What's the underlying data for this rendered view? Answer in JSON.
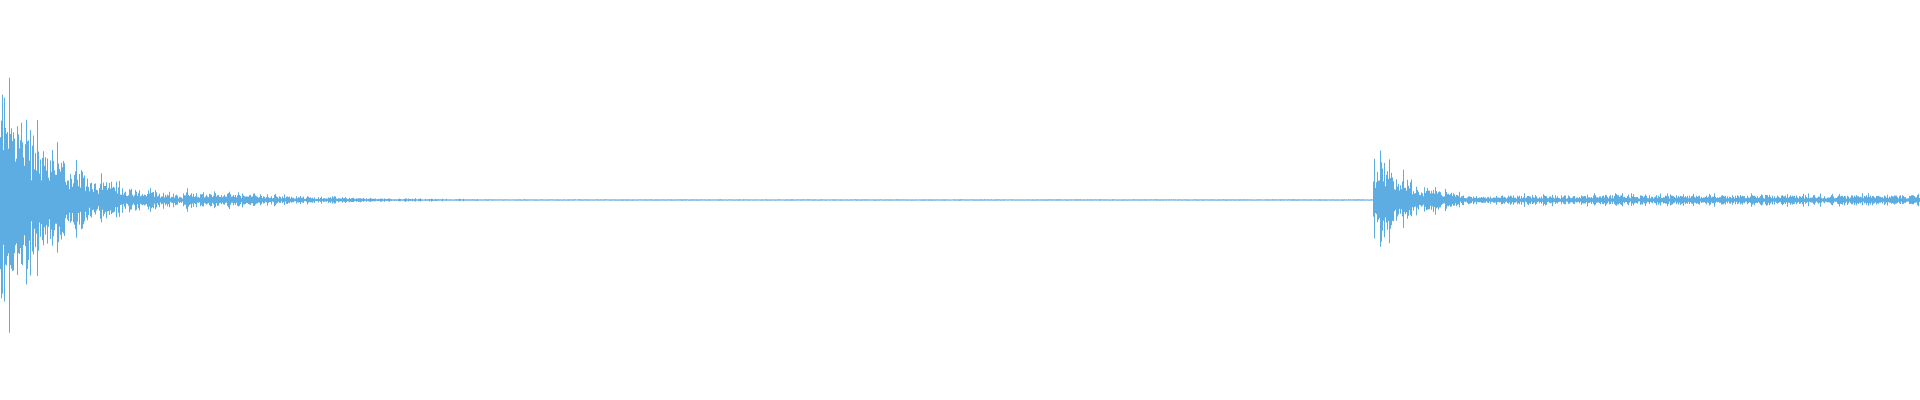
{
  "waveform": {
    "color": "#5DADE2",
    "background": "#FFFFFF",
    "segments": [
      {
        "name": "initial-burst",
        "start": 0.0,
        "end": 0.095,
        "peak": 0.85,
        "decay": 3.2
      },
      {
        "name": "decaying-tail",
        "start": 0.095,
        "end": 0.34,
        "peak": 0.07,
        "decay": 4.0
      },
      {
        "name": "near-silence",
        "start": 0.34,
        "end": 0.715,
        "peak": 0.004,
        "decay": 0.0
      },
      {
        "name": "second-burst",
        "start": 0.715,
        "end": 0.76,
        "peak": 0.33,
        "decay": 2.0
      },
      {
        "name": "sustained-noise",
        "start": 0.76,
        "end": 1.0,
        "peak": 0.035,
        "decay": 0.0
      }
    ]
  }
}
